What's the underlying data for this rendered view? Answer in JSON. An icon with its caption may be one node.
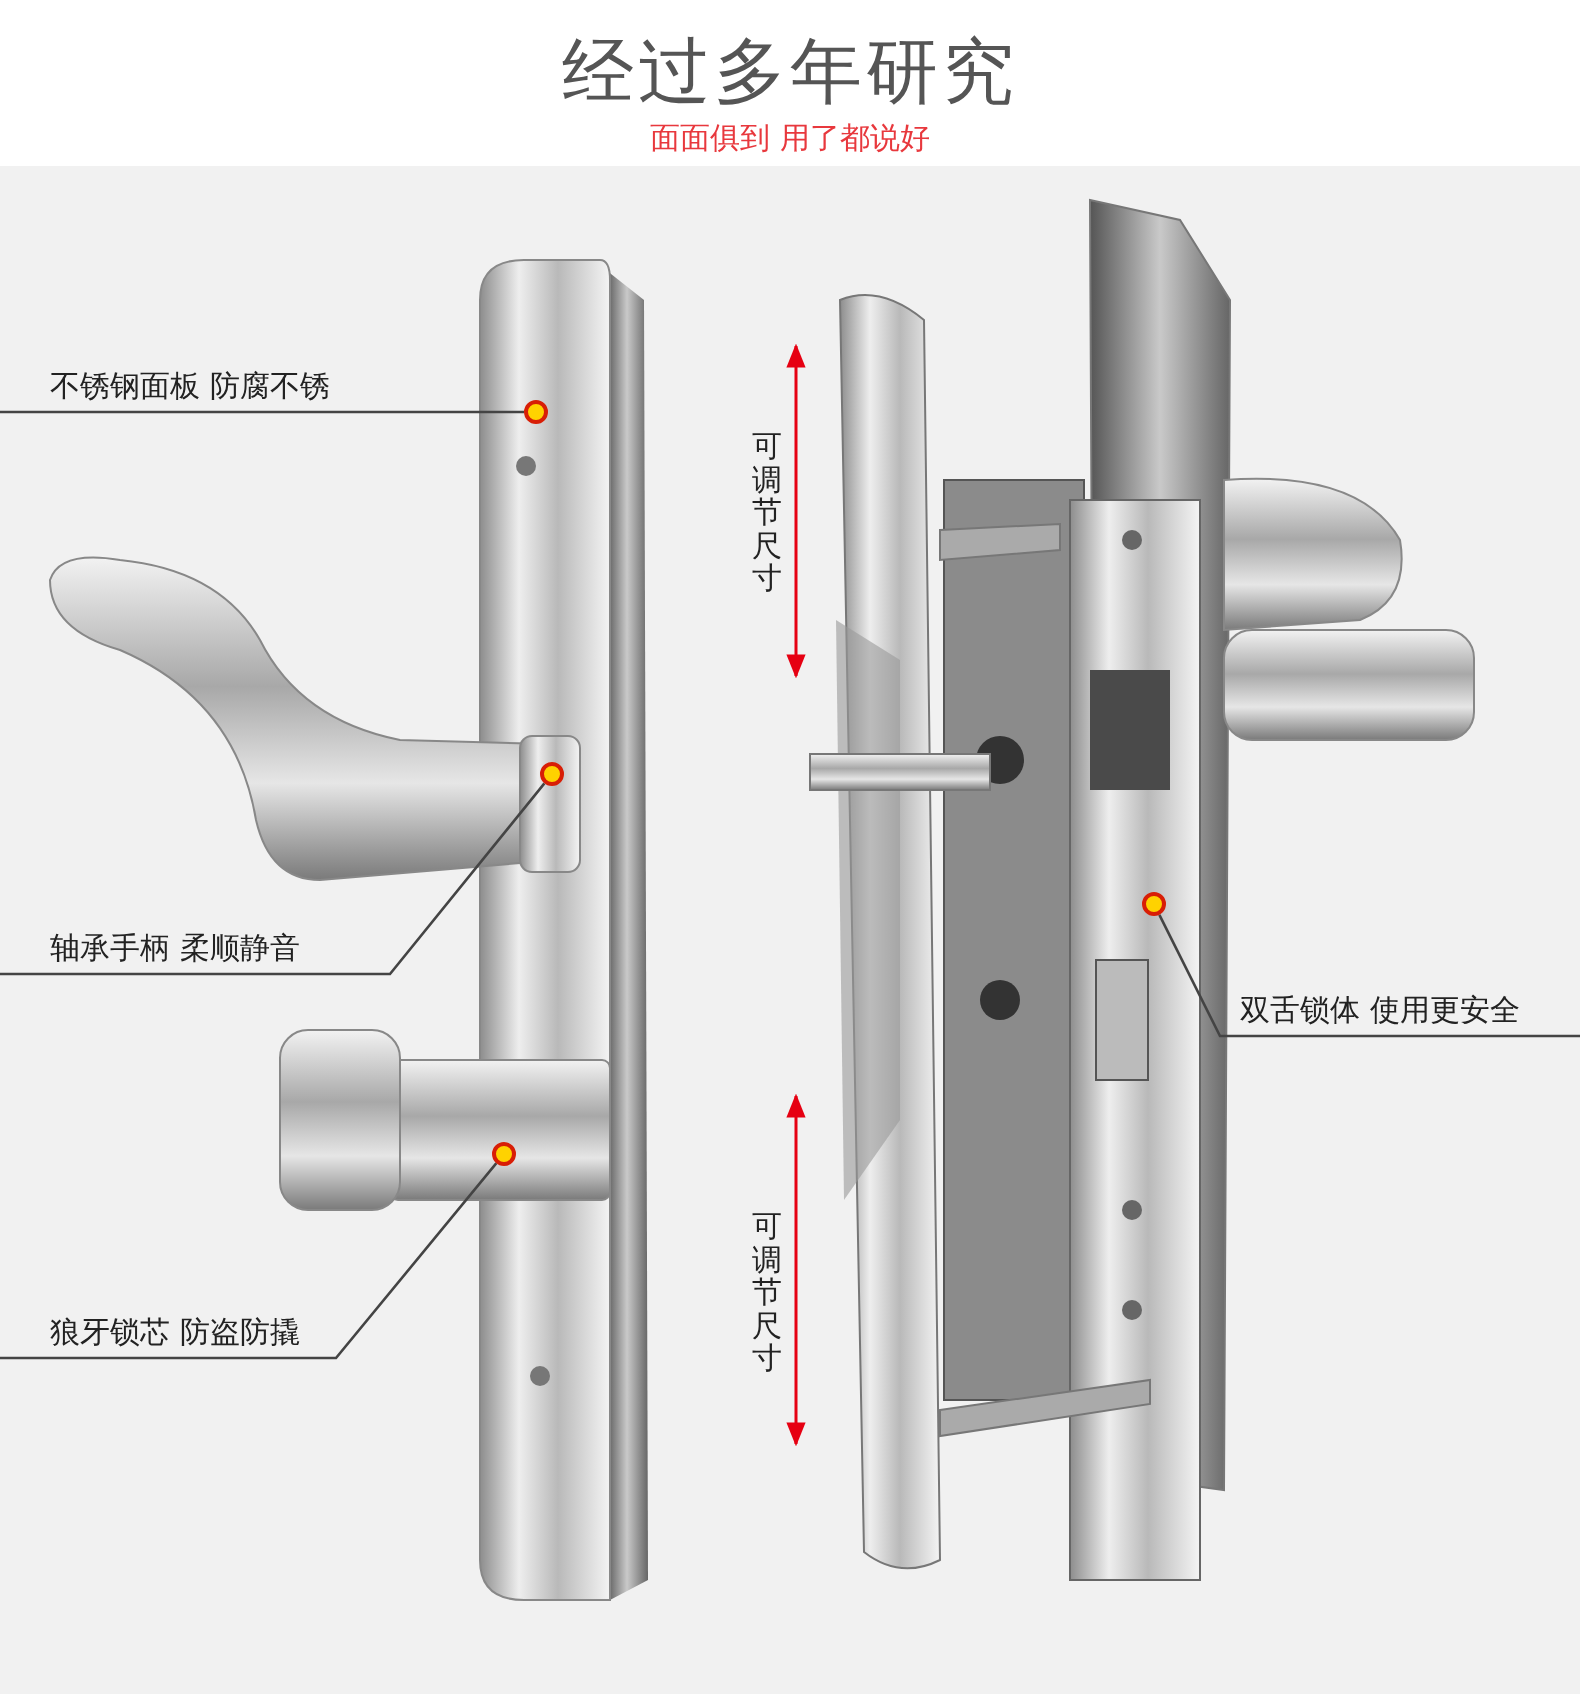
{
  "diagram": {
    "title": "经过多年研究",
    "caption": "面面俱到 用了都说好",
    "nodes": [
      {
        "text": [
          "不锈钢面板 防腐不锈"
        ]
      },
      {
        "text": [],
        "shape": "circle"
      },
      {
        "text": [],
        "shape": "circle"
      },
      {
        "text": [],
        "shape": "circle"
      },
      {
        "text": [
          "轴承手柄 柔顺静音"
        ]
      },
      {
        "text": [
          "双舌锁体 使用更安全"
        ]
      },
      {
        "text": [],
        "shape": "circle"
      },
      {
        "text": [
          "狼牙锁芯 防盗防撬"
        ]
      }
    ],
    "edges": [
      {
        "from": 0,
        "to": 1,
        "arrow": "none"
      },
      {
        "from": 4,
        "to": 2,
        "arrow": "none"
      },
      {
        "from": 5,
        "to": 3,
        "arrow": "none"
      },
      {
        "from": 7,
        "to": 6,
        "arrow": "none"
      }
    ],
    "labels": [
      "可调节尺寸",
      "可调节尺寸"
    ]
  }
}
